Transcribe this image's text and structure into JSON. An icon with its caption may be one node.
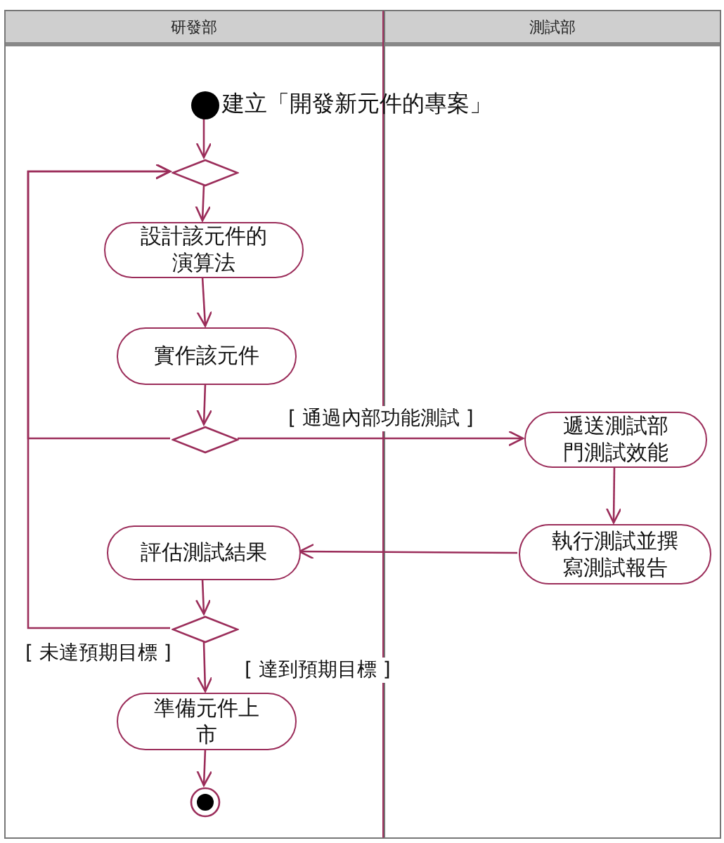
{
  "diagram": {
    "nodes": [
      {
        "text": [
          "研發部"
        ]
      },
      {
        "text": [
          "測試部"
        ]
      },
      {
        "text": [],
        "shape": "circle",
        "in": 0,
        "beside": [
          "建立「開發新元件的專案」"
        ]
      },
      {
        "text": [],
        "shape": "diamond",
        "in": 0
      },
      {
        "text": [
          "設計該元件的演算法"
        ],
        "in": 0
      },
      {
        "text": [
          "實作該元件"
        ],
        "in": 0
      },
      {
        "text": [],
        "shape": "diamond",
        "in": 0
      },
      {
        "text": [
          "遞送測試部門測試效能"
        ],
        "in": 1
      },
      {
        "text": [
          "執行測試並撰寫測試報告"
        ],
        "in": 1
      },
      {
        "text": [
          "評估測試結果"
        ],
        "in": 0
      },
      {
        "text": [],
        "shape": "diamond",
        "in": 0
      },
      {
        "text": [
          "準備元件上市"
        ],
        "in": 0
      },
      {
        "text": [],
        "shape": "circle",
        "in": 0
      }
    ],
    "edges": [
      {
        "from": 2,
        "to": 3,
        "arrow": "to"
      },
      {
        "from": 3,
        "to": 4,
        "arrow": "to"
      },
      {
        "from": 4,
        "to": 5,
        "arrow": "to"
      },
      {
        "from": 5,
        "to": 6,
        "arrow": "to"
      },
      {
        "from": 6,
        "to": 7,
        "arrow": "to",
        "label": "[ 通過內部功能測試 ]"
      },
      {
        "from": 7,
        "to": 8,
        "arrow": "to"
      },
      {
        "from": 8,
        "to": 9,
        "arrow": "to"
      },
      {
        "from": 9,
        "to": 10,
        "arrow": "to"
      },
      {
        "from": 10,
        "to": 3,
        "arrow": "to",
        "label": "[ 未達預期目標 ]"
      },
      {
        "from": 6,
        "to": 3,
        "arrow": "to"
      },
      {
        "from": 10,
        "to": 11,
        "arrow": "to",
        "label": "[ 達到預期目標 ]"
      },
      {
        "from": 11,
        "to": 12,
        "arrow": "to"
      }
    ]
  }
}
